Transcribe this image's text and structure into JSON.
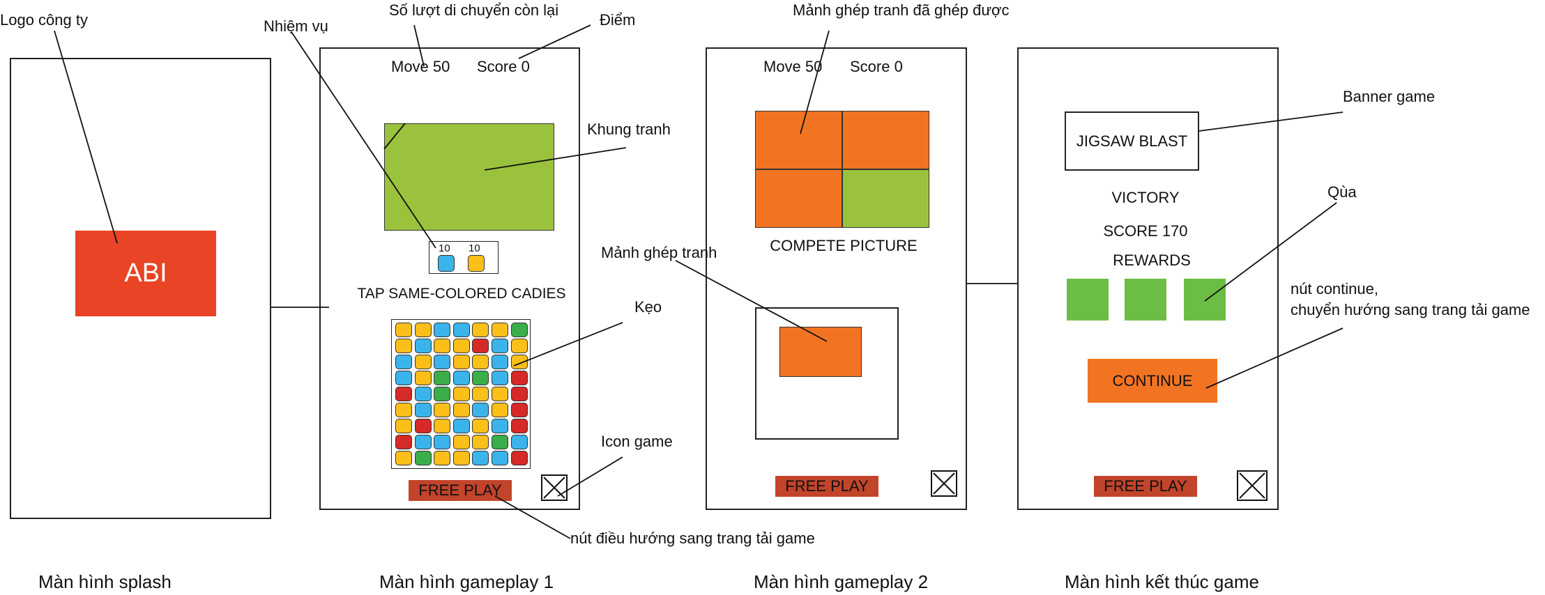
{
  "colors": {
    "abi_red": "#e84425",
    "picture_green": "#9bc23c",
    "piece_orange": "#f27423",
    "reward_green": "#6cbd45",
    "button_red": "#c2442a",
    "continue_orange": "#f27423",
    "candy_yellow": "#fbbf1a",
    "candy_blue": "#3ab4ea",
    "candy_red": "#d52a27",
    "candy_green": "#3aae48"
  },
  "annotations": {
    "logo": "Logo công ty",
    "mission": "Nhiệm vụ",
    "moves_left": "Số lượt di chuyển còn lại",
    "points": "Điểm",
    "picture_frame": "Khung tranh",
    "candy": "Kẹo",
    "game_icon": "Icon game",
    "free_play_nav": "nút điều hướng sang trang tải game",
    "completed_pieces": "Mảnh ghép tranh đã ghép được",
    "puzzle_piece": "Mảnh ghép tranh",
    "banner": "Banner game",
    "gift": "Qùa",
    "continue_line1": "nút continue,",
    "continue_line2": "chuyển hướng sang trang tải game"
  },
  "captions": {
    "splash": "Màn hình splash",
    "gameplay1": "Màn hình gameplay 1",
    "gameplay2": "Màn hình gameplay 2",
    "end": "Màn hình kết thúc game"
  },
  "splash": {
    "logo_text": "ABI"
  },
  "gameplay1": {
    "move": "Move 50",
    "score": "Score 0",
    "mission_counts": [
      "10",
      "10"
    ],
    "mission_colors": [
      "blue",
      "yellow"
    ],
    "instruction": "TAP SAME-COLORED CADIES",
    "free_play": "FREE PLAY",
    "board": [
      [
        "yellow",
        "yellow",
        "blue",
        "blue",
        "yellow",
        "yellow",
        "green"
      ],
      [
        "yellow",
        "blue",
        "yellow",
        "yellow",
        "red",
        "blue",
        "yellow"
      ],
      [
        "blue",
        "yellow",
        "blue",
        "yellow",
        "yellow",
        "blue",
        "yellow"
      ],
      [
        "blue",
        "yellow",
        "green",
        "blue",
        "green",
        "blue",
        "red"
      ],
      [
        "red",
        "blue",
        "green",
        "yellow",
        "yellow",
        "yellow",
        "red"
      ],
      [
        "yellow",
        "blue",
        "yellow",
        "yellow",
        "blue",
        "yellow",
        "red"
      ],
      [
        "yellow",
        "red",
        "yellow",
        "blue",
        "yellow",
        "blue",
        "red"
      ],
      [
        "red",
        "blue",
        "blue",
        "yellow",
        "yellow",
        "green",
        "blue"
      ],
      [
        "yellow",
        "green",
        "yellow",
        "yellow",
        "blue",
        "blue",
        "red"
      ]
    ]
  },
  "gameplay2": {
    "move": "Move 50",
    "score": "Score 0",
    "picture_pieces": [
      "orange",
      "orange",
      "orange",
      "green"
    ],
    "complete_label": "COMPETE PICTURE",
    "free_play": "FREE PLAY"
  },
  "end_screen": {
    "banner": "JIGSAW BLAST",
    "victory": "VICTORY",
    "score": "SCORE 170",
    "rewards": "REWARDS",
    "reward_count": 3,
    "continue": "CONTINUE",
    "free_play": "FREE PLAY"
  }
}
